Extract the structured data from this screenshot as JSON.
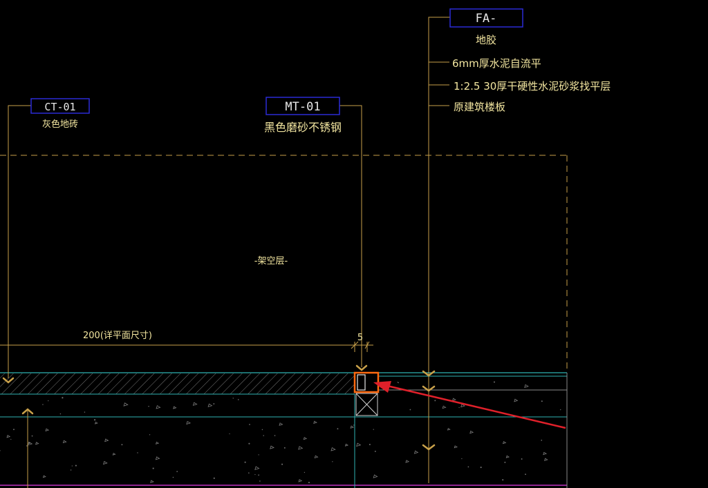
{
  "tags": {
    "fa": "FA-",
    "ct": "CT-01",
    "mt": "MT-01"
  },
  "notes": {
    "fa_1": "地胶",
    "fa_2": "6mm厚水泥自流平",
    "fa_3": "1:2.5  30厚干硬性水泥砂浆找平层",
    "fa_4": "原建筑楼板",
    "ct_1": "灰色地砖",
    "mt_1": "黑色磨砂不锈钢",
    "zone": "-架空层-"
  },
  "dimensions": {
    "d200": "200(详平面尺寸)",
    "d5": "5"
  },
  "colors": {
    "leader": "#c9a14a",
    "tagBox": "#2b2bd6",
    "cyan": "#2fb3b3",
    "arrow": "#e0202a",
    "highlight": "#ff6a10",
    "grey": "#8a8a8a",
    "magenta": "#c030c0"
  }
}
